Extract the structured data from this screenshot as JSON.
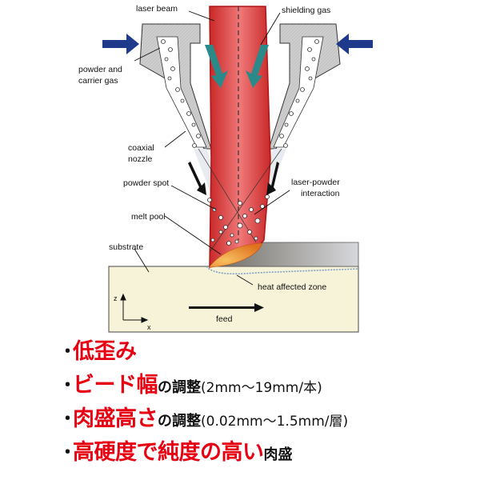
{
  "diagram": {
    "labels": {
      "laser_beam": "laser beam",
      "shielding_gas": "shielding gas",
      "powder_and": "powder and",
      "carrier_gas": "carrier gas",
      "coaxial": "coaxial",
      "nozzle": "nozzle",
      "powder_spot": "powder spot",
      "laser_powder": "laser-powder",
      "interaction": "interaction",
      "melt_pool": "melt pool",
      "substrate": "substrate",
      "heat_affected_zone": "heat affected zone",
      "feed": "feed",
      "axis_z": "z",
      "axis_x": "x"
    },
    "colors": {
      "beam": "#e8585a",
      "beam_edge": "#c81e1e",
      "nozzle": "#c9c9c9",
      "substrate": "#f6f3d8",
      "gas_arrow": "#2a8a8a",
      "inlet_arrow": "#1f3a8a",
      "melt": "#f08a2a"
    }
  },
  "bullets": [
    {
      "dot": "･",
      "red": "低歪み",
      "black": "",
      "normal": ""
    },
    {
      "dot": "･",
      "red": "ビード幅",
      "black": "の調整",
      "normal": "(2mm～19mm/本)"
    },
    {
      "dot": "･",
      "red": "肉盛高さ",
      "black": "の調整",
      "normal": "(0.02mm～1.5mm/層)"
    },
    {
      "dot": "･",
      "red": "高硬度で純度の高い",
      "black": "肉盛",
      "normal": ""
    }
  ],
  "accent_color": "#e60012"
}
